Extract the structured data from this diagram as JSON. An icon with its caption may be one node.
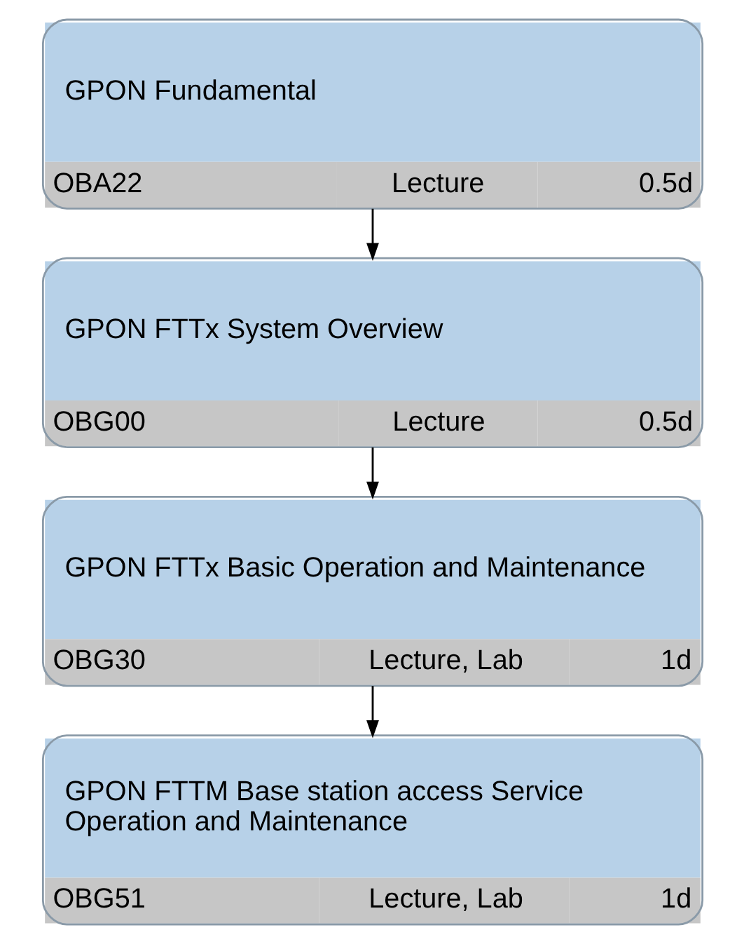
{
  "diagram": {
    "nodes": [
      {
        "text": [
          "GPON Fundamental",
          "OBA22",
          "Lecture",
          "0.5d"
        ]
      },
      {
        "text": [
          "GPON FTTx System Overview",
          "OBG00",
          "Lecture",
          "0.5d"
        ]
      },
      {
        "text": [
          "GPON FTTx Basic Operation and Maintenance",
          "OBG30",
          "Lecture, Lab",
          "1d"
        ]
      },
      {
        "text": [
          "GPON FTTM Base station access Service Operation and Maintenance",
          "OBG51",
          "Lecture, Lab",
          "1d"
        ]
      }
    ],
    "edges": [
      {
        "from": 0,
        "to": 1,
        "arrow": "to"
      },
      {
        "from": 1,
        "to": 2,
        "arrow": "to"
      },
      {
        "from": 2,
        "to": 3,
        "arrow": "to"
      }
    ]
  }
}
